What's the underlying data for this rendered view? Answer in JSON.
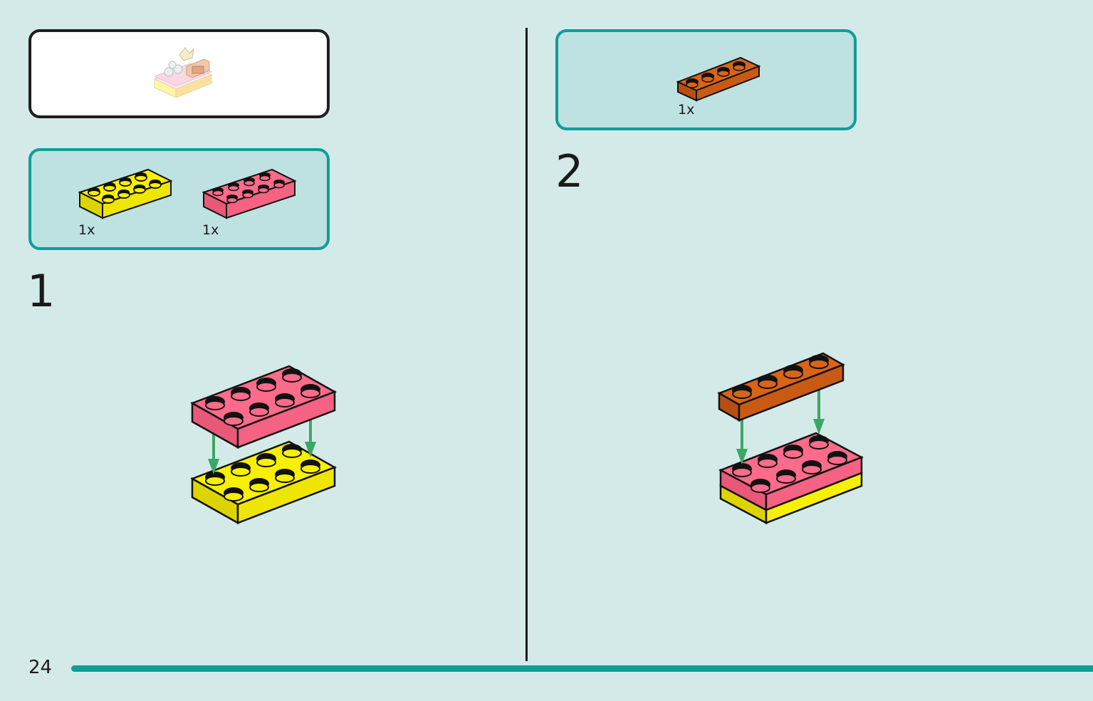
{
  "page": {
    "number": "24",
    "colors": {
      "background": "#d4eae9",
      "accent": "#0f9e96",
      "yellow_brick": "#f7f000",
      "pink_brick": "#ff6b8a",
      "orange_brick": "#d96418",
      "arrow": "#3aa864"
    }
  },
  "preview": {
    "icon": "finished-model-thumbnail"
  },
  "step1": {
    "number": "1",
    "parts": [
      {
        "icon": "yellow-2x4-plate",
        "qty": "1x"
      },
      {
        "icon": "pink-2x4-plate",
        "qty": "1x"
      }
    ]
  },
  "step2": {
    "number": "2",
    "parts": [
      {
        "icon": "orange-1x4-plate",
        "qty": "1x"
      }
    ]
  }
}
